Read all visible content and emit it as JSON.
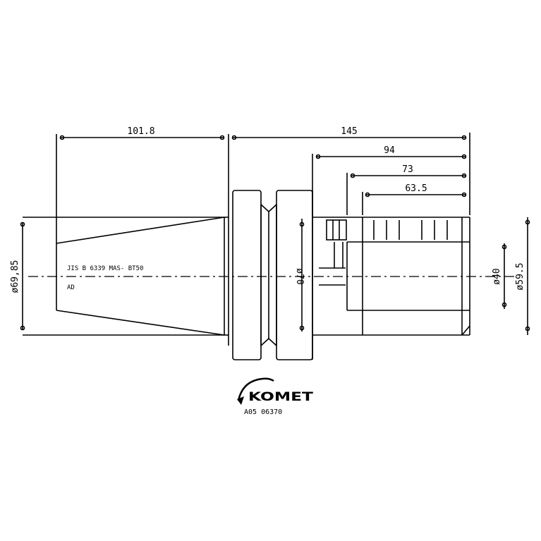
{
  "dimensions": {
    "d1": "101.8",
    "d2": "145",
    "d3": "94",
    "d4": "73",
    "d5": "63.5",
    "dia_taper": "ø69,85",
    "dia_collar": "ø70",
    "dia_bore": "ø40",
    "dia_body": "ø59.5"
  },
  "annotations": {
    "standard": "JIS B 6339 MAS- BT50",
    "code": "AD"
  },
  "logo": {
    "text": "KOMET"
  },
  "part_number": "A05 06370"
}
